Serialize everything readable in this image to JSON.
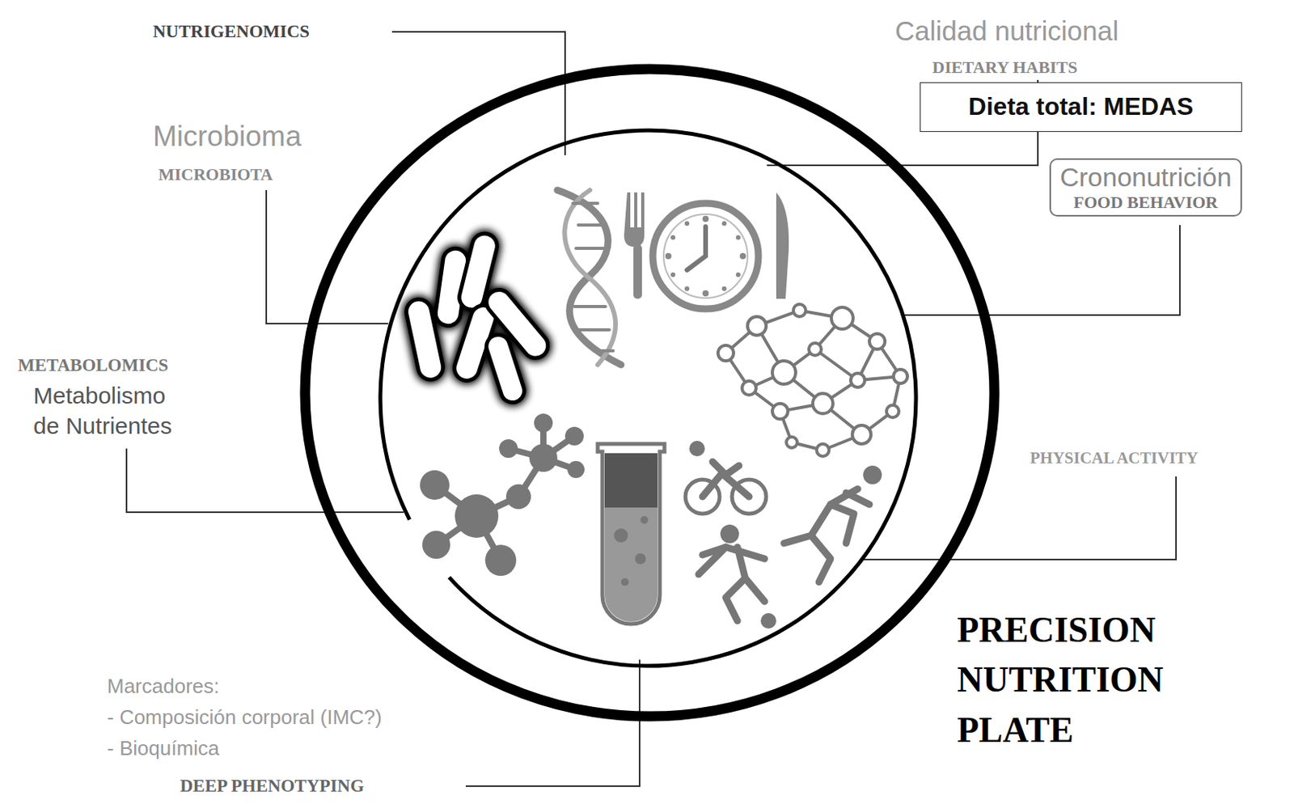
{
  "diagram": {
    "title": "PRECISION NUTRITION PLATE",
    "nodes": [
      {
        "text": [
          "Dieta total: MEDAS"
        ]
      },
      {
        "text": [
          "Crononutrición",
          "FOOD BEHAVIOR"
        ]
      }
    ],
    "labels": [
      "NUTRIGENOMICS",
      "Calidad nutricional",
      "DIETARY HABITS",
      "Microbioma",
      "MICROBIOTA",
      "METABOLOMICS",
      "Metabolismo de Nutrientes",
      "PHYSICAL ACTIVITY",
      "Marcadores:",
      "- Composición corporal (IMC?)",
      "- Bioquímica",
      "DEEP PHENOTYPING"
    ]
  }
}
